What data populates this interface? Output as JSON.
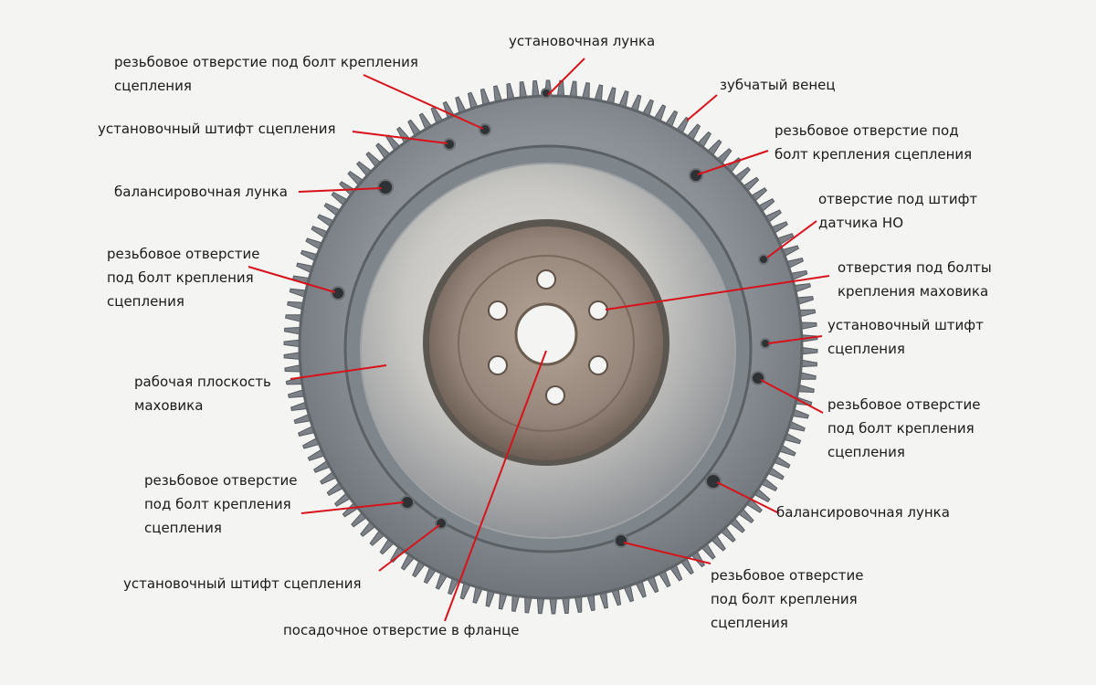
{
  "colors": {
    "background": "#f4f4f2",
    "leader_line": "#d8121b",
    "text": "#1a1a1a",
    "metal": "#8e959b",
    "rust": "#8c7b6c"
  },
  "labels": [
    {
      "id": "setup-dimple-top",
      "lines": [
        "установочная лунка"
      ]
    },
    {
      "id": "clutch-bolt-hole-top-left",
      "lines": [
        "резьбовое отверстие под болт крепления",
        "сцепления"
      ]
    },
    {
      "id": "ring-gear",
      "lines": [
        "зубчатый венец"
      ]
    },
    {
      "id": "clutch-dowel-top-left",
      "lines": [
        "установочный штифт сцепления"
      ]
    },
    {
      "id": "clutch-bolt-hole-top-right",
      "lines": [
        "резьбовое отверстие под",
        "болт крепления сцепления"
      ]
    },
    {
      "id": "balance-dimple-left",
      "lines": [
        "балансировочная лунка"
      ]
    },
    {
      "id": "tdc-sensor-pin-hole",
      "lines": [
        "отверстие под штифт",
        "датчика НО"
      ]
    },
    {
      "id": "clutch-bolt-hole-left",
      "lines": [
        "резьбовое отверстие",
        "под болт крепления",
        "сцепления"
      ]
    },
    {
      "id": "flywheel-bolt-holes",
      "lines": [
        "отверстия под болты",
        "крепления маховика"
      ]
    },
    {
      "id": "clutch-dowel-right",
      "lines": [
        "установочный штифт",
        "сцепления"
      ]
    },
    {
      "id": "working-surface",
      "lines": [
        "рабочая плоскость",
        "маховика"
      ]
    },
    {
      "id": "clutch-bolt-hole-right",
      "lines": [
        "резьбовое отверстие",
        "под болт крепления",
        "сцепления"
      ]
    },
    {
      "id": "clutch-bolt-hole-bottom-left",
      "lines": [
        "резьбовое отверстие",
        "под болт крепления",
        "сцепления"
      ]
    },
    {
      "id": "balance-dimple-right",
      "lines": [
        "балансировочная лунка"
      ]
    },
    {
      "id": "clutch-dowel-bottom-left",
      "lines": [
        "установочный штифт сцепления"
      ]
    },
    {
      "id": "clutch-bolt-hole-bottom-right",
      "lines": [
        "резьбовое отверстие",
        "под болт крепления",
        "сцепления"
      ]
    },
    {
      "id": "flange-seat-hole",
      "lines": [
        "посадочное отверстие в фланце"
      ]
    }
  ]
}
